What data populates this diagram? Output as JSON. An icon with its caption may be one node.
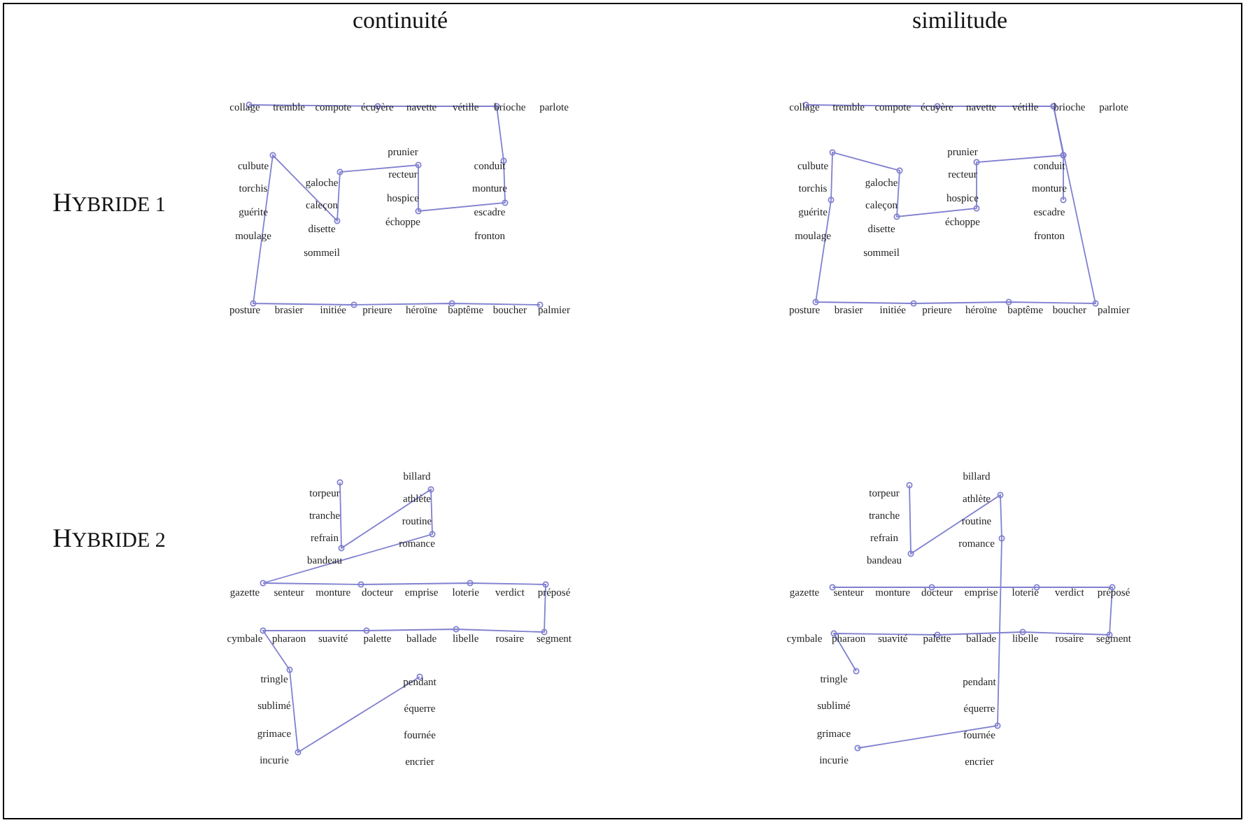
{
  "diagram": {
    "labels": [
      "continuité",
      "similitude",
      "HYBRIDE 1",
      "HYBRIDE 2",
      "collage",
      "tremble",
      "compote",
      "écuyère",
      "navette",
      "vétille",
      "brioche",
      "parlote",
      "culbute",
      "torchis",
      "guérite",
      "moulage",
      "galoche",
      "caleçon",
      "disette",
      "sommeil",
      "prunier",
      "recteur",
      "hospice",
      "échoppe",
      "conduit",
      "monture",
      "escadre",
      "fronton",
      "posture",
      "brasier",
      "initiée",
      "prieure",
      "héroïne",
      "baptême",
      "boucher",
      "palmier",
      "collage",
      "tremble",
      "compote",
      "écuyère",
      "navette",
      "vétille",
      "brioche",
      "parlote",
      "culbute",
      "torchis",
      "guérite",
      "moulage",
      "galoche",
      "caleçon",
      "disette",
      "sommeil",
      "prunier",
      "recteur",
      "hospice",
      "échoppe",
      "conduit",
      "monture",
      "escadre",
      "fronton",
      "posture",
      "brasier",
      "initiée",
      "prieure",
      "héroïne",
      "baptême",
      "boucher",
      "palmier",
      "torpeur",
      "tranche",
      "refrain",
      "bandeau",
      "billard",
      "athlète",
      "routine",
      "romance",
      "gazette",
      "senteur",
      "monture",
      "docteur",
      "emprise",
      "loterie",
      "verdict",
      "préposé",
      "cymbale",
      "pharaon",
      "suavité",
      "palette",
      "ballade",
      "libelle",
      "rosaire",
      "segment",
      "tringle",
      "sublimé",
      "grimace",
      "incurie",
      "pendant",
      "équerre",
      "fournée",
      "encrier",
      "torpeur",
      "tranche",
      "refrain",
      "bandeau",
      "billard",
      "athlète",
      "routine",
      "romance",
      "gazette",
      "senteur",
      "monture",
      "docteur",
      "emprise",
      "loterie",
      "verdict",
      "préposé",
      "cymbale",
      "pharaon",
      "suavité",
      "palette",
      "ballade",
      "libelle",
      "rosaire",
      "segment",
      "tringle",
      "sublimé",
      "grimace",
      "incurie",
      "pendant",
      "équerre",
      "fournée",
      "encrier"
    ]
  }
}
